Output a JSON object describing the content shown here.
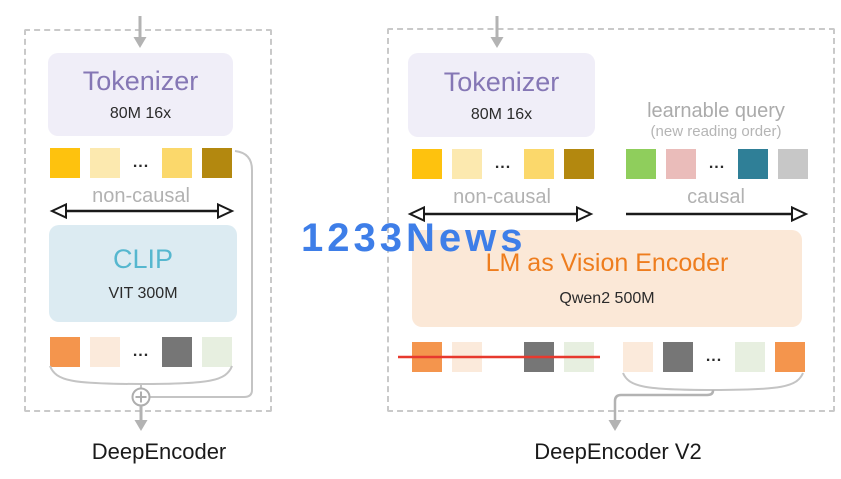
{
  "watermark": {
    "text": "1233News",
    "color": "#3e7ee8"
  },
  "ellipsis": "...",
  "colors": {
    "dashed_border": "#c9c9c9",
    "gray_arrow": "#b3b3b3",
    "black_arrow": "#1a1a1a",
    "connector_gray": "#c4c4c4",
    "red_strikethrough": "#e7392e",
    "tokenizer_bg": "#f0eef8",
    "tokenizer_text": "#8577b5",
    "clip_bg": "#dcebf2",
    "clip_text": "#56b7cf",
    "lm_bg": "#fbe8d7",
    "lm_text": "#ee7d1e",
    "muted_label": "#b2b2b2"
  },
  "left_panel": {
    "caption": "DeepEncoder",
    "tokenizer_title": "Tokenizer",
    "tokenizer_subtitle": "80M 16x",
    "attention_label": "non-causal",
    "encoder_title": "CLIP",
    "encoder_subtitle": "VIT 300M",
    "top_tokens": [
      {
        "color": "#fec20e"
      },
      {
        "color": "#fce9af"
      },
      {
        "dots": true
      },
      {
        "color": "#fbd86b"
      },
      {
        "color": "#b3880f"
      }
    ],
    "bottom_tokens": [
      {
        "color": "#f4954d"
      },
      {
        "color": "#fbeadb"
      },
      {
        "dots": true
      },
      {
        "color": "#767676"
      },
      {
        "color": "#e7efe0"
      }
    ]
  },
  "right_panel": {
    "caption": "DeepEncoder V2",
    "tokenizer_title": "Tokenizer",
    "tokenizer_subtitle": "80M 16x",
    "learnable_query_title": "learnable query",
    "learnable_query_subtitle": "(new reading order)",
    "attention_label_left": "non-causal",
    "attention_label_right": "causal",
    "encoder_title": "LM as Vision Encoder",
    "encoder_subtitle": "Qwen2 500M",
    "top_tokens_left": [
      {
        "color": "#fec20e"
      },
      {
        "color": "#fce9af"
      },
      {
        "dots": true
      },
      {
        "color": "#fbd86b"
      },
      {
        "color": "#b3880f"
      }
    ],
    "top_tokens_right": [
      {
        "color": "#8fce5c"
      },
      {
        "color": "#eabcba"
      },
      {
        "dots": true
      },
      {
        "color": "#2f7f97"
      },
      {
        "color": "#c7c7c7"
      }
    ],
    "bottom_tokens_left": [
      {
        "color": "#f4954d"
      },
      {
        "color": "#fbeadb"
      },
      {
        "spacer": true
      },
      {
        "color": "#767676"
      },
      {
        "color": "#e7efe0"
      }
    ],
    "bottom_tokens_right": [
      {
        "color": "#fbeadb"
      },
      {
        "color": "#767676"
      },
      {
        "dots": true
      },
      {
        "color": "#e7efe0"
      },
      {
        "color": "#f4954d"
      }
    ]
  }
}
